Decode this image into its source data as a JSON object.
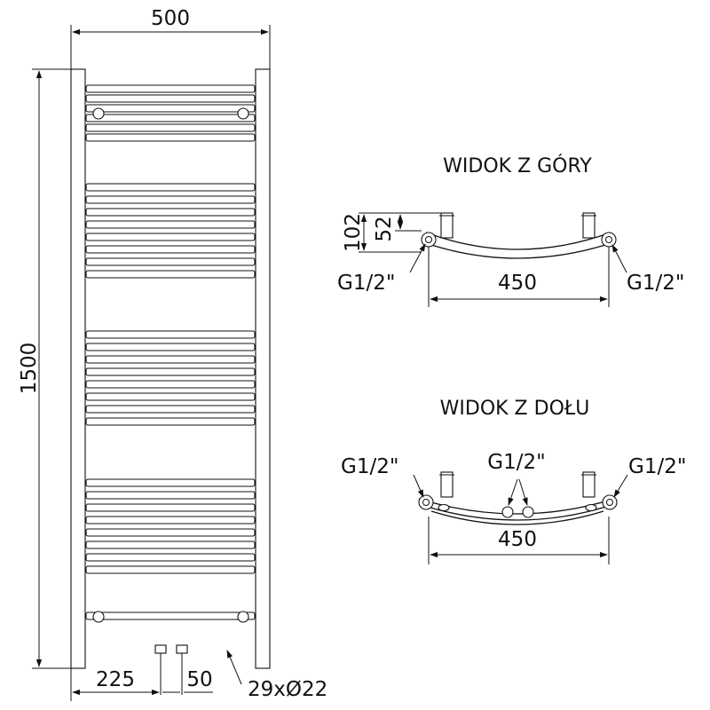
{
  "front_view": {
    "width_label": "500",
    "height_label": "1500",
    "offset_label": "225",
    "spacing_label": "50",
    "tubes_label": "29xØ22"
  },
  "top_view": {
    "title": "WIDOK Z GÓRY",
    "depth_label": "102",
    "wall_label": "52",
    "connector_left": "G1/2\"",
    "connector_right": "G1/2\"",
    "width_label": "450"
  },
  "bottom_view": {
    "title": "WIDOK Z DOŁU",
    "connector_left": "G1/2\"",
    "connector_center": "G1/2\"",
    "connector_right": "G1/2\"",
    "width_label": "450"
  }
}
